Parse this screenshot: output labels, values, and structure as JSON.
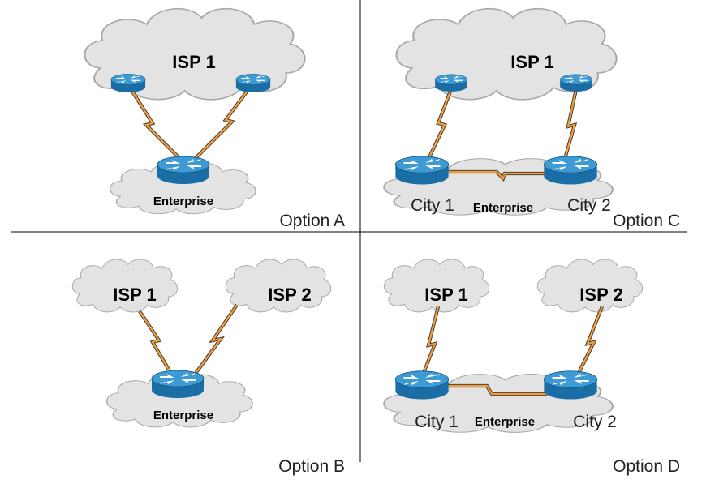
{
  "quadrants": {
    "option_a": {
      "option_label": "Option A",
      "isp_cloud_label": "ISP 1",
      "enterprise_label": "Enterprise"
    },
    "option_b": {
      "option_label": "Option B",
      "isp1_label": "ISP 1",
      "isp2_label": "ISP 2",
      "enterprise_label": "Enterprise"
    },
    "option_c": {
      "option_label": "Option C",
      "isp_cloud_label": "ISP 1",
      "enterprise_label": "Enterprise",
      "city1_label": "City 1",
      "city2_label": "City 2"
    },
    "option_d": {
      "option_label": "Option D",
      "isp1_label": "ISP 1",
      "isp2_label": "ISP 2",
      "enterprise_label": "Enterprise",
      "city1_label": "City 1",
      "city2_label": "City 2"
    }
  },
  "colors": {
    "cloud_fill": "#e3e3e3",
    "cloud_stroke": "#a8a8a8",
    "router_blue": "#1a6ea5",
    "serial_link_orange": "#f39c3a",
    "divider": "#000000"
  },
  "icons": {
    "router": "router-icon",
    "cloud": "cloud-icon",
    "serial_link": "serial-link"
  }
}
